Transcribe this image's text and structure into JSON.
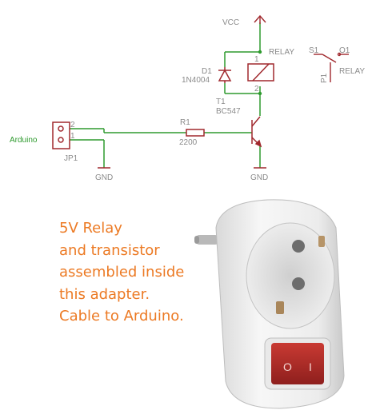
{
  "schematic": {
    "labels": {
      "vcc": "VCC",
      "relay": "RELAY",
      "relay_contact": "RELAY",
      "s1": "S1",
      "o1": "O1",
      "p1": "P1",
      "d1": "D1",
      "d1_part": "1N4004",
      "t1": "T1",
      "t1_part": "BC547",
      "r1": "R1",
      "r1_value": "2200",
      "jp1": "JP1",
      "arduino": "Arduino",
      "gnd_left": "GND",
      "gnd_right": "GND",
      "pin1": "1",
      "pin2": "2",
      "relay_pin1": "1",
      "relay_pin2": "2"
    },
    "colors": {
      "wire": "#2e9a2e",
      "component": "#a0282d",
      "text": "#8a8a8a"
    }
  },
  "caption": {
    "lines": [
      "5V Relay",
      "and transistor",
      "assembled inside",
      "this adapter.",
      "Cable to Arduino."
    ],
    "color": "#ec7a24"
  },
  "adapter": {
    "switch_label_off": "O",
    "switch_label_on": "I"
  }
}
